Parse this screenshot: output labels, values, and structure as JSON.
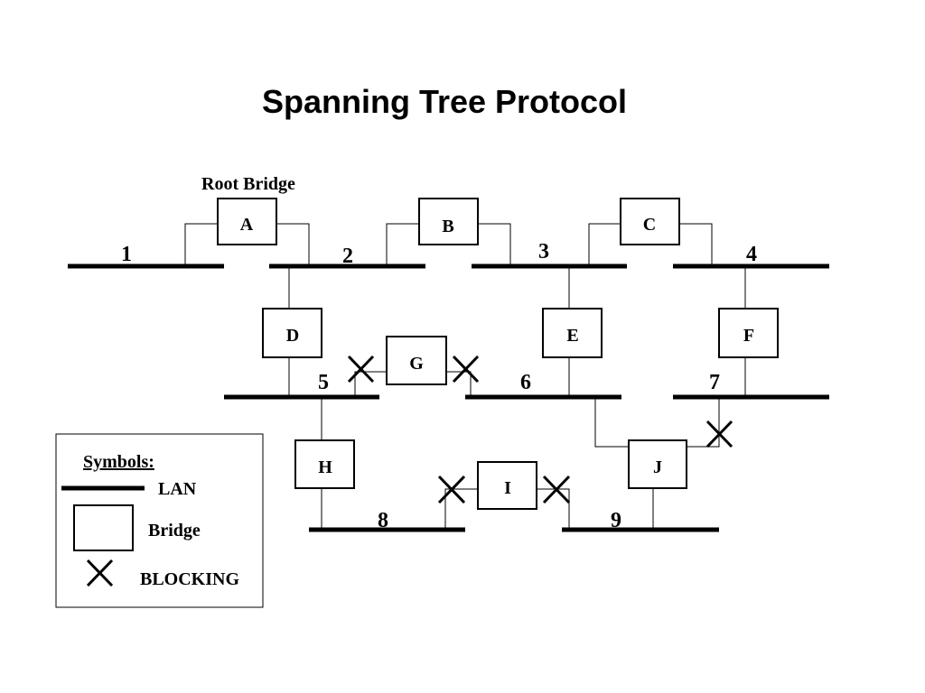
{
  "title": "Spanning Tree Protocol",
  "root_label": "Root Bridge",
  "lans": [
    "1",
    "2",
    "3",
    "4",
    "5",
    "6",
    "7",
    "8",
    "9"
  ],
  "bridges": [
    "A",
    "B",
    "C",
    "D",
    "E",
    "F",
    "G",
    "H",
    "I",
    "J"
  ],
  "legend": {
    "heading": "Symbols:",
    "lan": "LAN",
    "bridge": "Bridge",
    "blocking": "BLOCKING"
  }
}
